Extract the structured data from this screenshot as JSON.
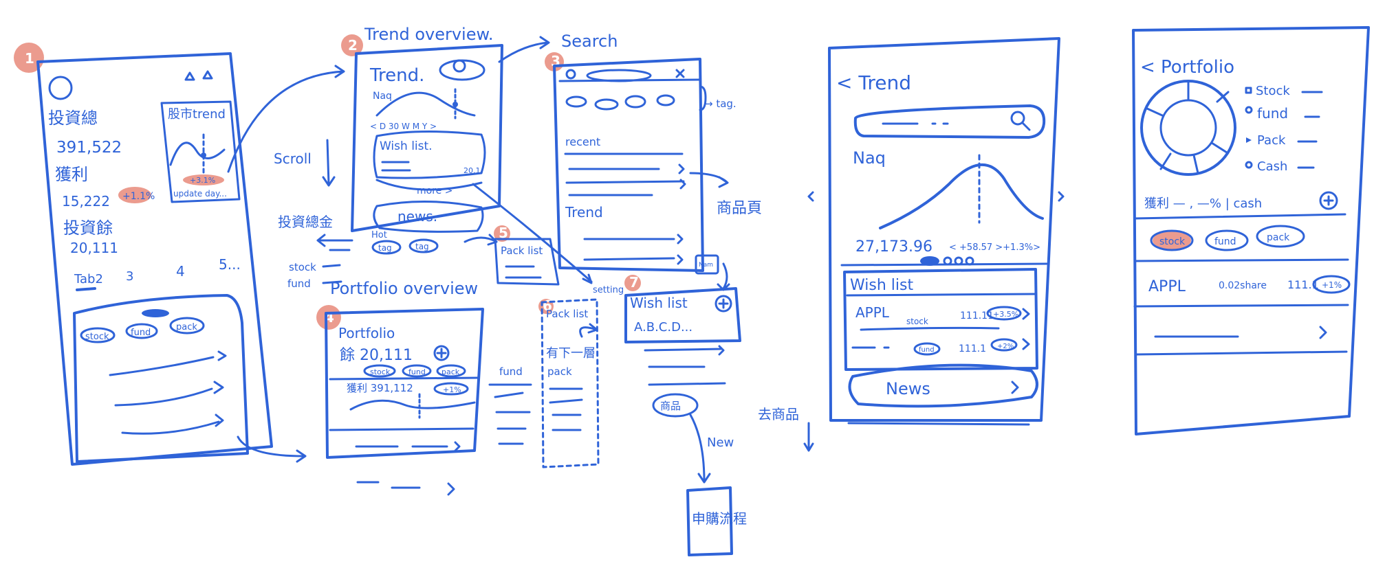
{
  "colors": {
    "ink": "#2f63d8",
    "highlight": "#e8897a",
    "background": "#ffffff"
  },
  "screen1": {
    "badge": "1",
    "total_label": "投資總",
    "total_value": "391,522",
    "profit_label": "獲利",
    "profit_value": "15,222",
    "profit_change": "+1.1%",
    "balance_label": "投資餘",
    "balance_value": "20,111",
    "trend_card_title": "股市trend",
    "trend_card_pill": "+3.1%",
    "trend_card_update": "update day...",
    "tabs": [
      "Tab2",
      "3",
      "4",
      "5..."
    ],
    "chips": [
      "stock",
      "fund",
      "pack"
    ]
  },
  "screen2": {
    "badge": "2",
    "heading": "Trend overview.",
    "title": "Trend.",
    "index_label": "Naq",
    "periods": "< D 30 W M Y >",
    "wishlist_label": "Wish list.",
    "wishlist_value": "20.1",
    "more_label": "more >",
    "news_label": "news.",
    "hot_label": "Hot",
    "tags": [
      "tag",
      "tag"
    ]
  },
  "screen3": {
    "badge": "3",
    "heading": "Search",
    "recent_label": "recent",
    "trend_label": "Trend",
    "tag_note": "→ tag.",
    "detail_note": "商品頁",
    "name_label": "Nam"
  },
  "screen4": {
    "badge": "4",
    "heading": "Portfolio overview",
    "title": "Portfolio",
    "balance": "餘 20,111",
    "chips": [
      "stock",
      "fund",
      "pack"
    ],
    "profit": "獲利 391,112",
    "profit_pill": "+1%"
  },
  "screen5": {
    "badge": "5",
    "title": "Pack list"
  },
  "screen6": {
    "badge": "6",
    "title": "Pack list",
    "sub_note": "有下一層",
    "fund_label": "fund",
    "pack_label": "pack"
  },
  "screen7": {
    "badge": "7",
    "title": "Wish list",
    "letters": "A.B.C.D...",
    "product_pill": "商品",
    "new_label": "New",
    "apply_flow": "申購流程",
    "setting_label": "setting"
  },
  "annotations": {
    "scroll": "Scroll",
    "invest_summary": "投資總金",
    "stock": "stock",
    "fund": "fund",
    "product_page": "去商品"
  },
  "screen_trend": {
    "title": "< Trend",
    "index_label": "Naq",
    "value": "27,173.96",
    "change": "< +58.57 >+1.3%>",
    "wishlist_title": "Wish list",
    "wish_ticker": "APPL",
    "wish_chip": "stock",
    "wish_value": "111.11",
    "wish_pill": "+3.5%",
    "wish2_chip": "fund",
    "wish2_value": "111.1",
    "wish2_pill": "+2%",
    "news_label": "News"
  },
  "screen_portfolio": {
    "title": "< Portfolio",
    "legend": [
      "Stock",
      "fund",
      "Pack",
      "Cash"
    ],
    "profit_row": "獲利 — , —%  | cash",
    "chips": [
      "stock",
      "fund",
      "pack"
    ],
    "holding_ticker": "APPL",
    "holding_shares": "0.02share",
    "holding_value": "111.1",
    "holding_pill": "+1%"
  }
}
